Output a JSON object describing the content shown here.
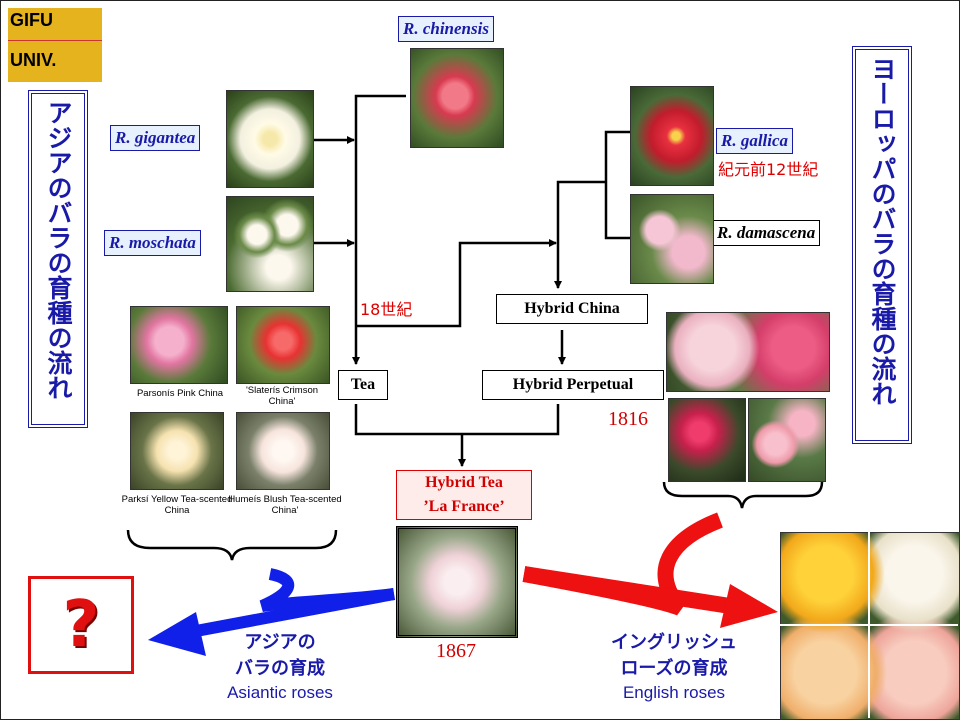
{
  "logo": {
    "line1": "GIFU",
    "line2": "UNIV."
  },
  "left_title": "アジアのバラの育種の流れ",
  "right_title": "ヨーロッパのバラの育種の流れ",
  "species": {
    "chinensis": "R. chinensis",
    "gigantea": "R. gigantea",
    "moschata": "R. moschata",
    "gallica": "R. gallica",
    "damascena": "R. damascena"
  },
  "annotations": {
    "bc12": "紀元前12世紀",
    "c18": "18世紀",
    "year1816": "1816",
    "year1867": "1867"
  },
  "nodes": {
    "tea": "Tea",
    "hybrid_china": "Hybrid China",
    "hybrid_perpetual": "Hybrid Perpetual",
    "hybrid_tea_line1": "Hybrid Tea",
    "hybrid_tea_line2": "’La France’"
  },
  "china_roses": [
    "Parsonís Pink China",
    "'Slaterís Crimson China'",
    "Parksí Yellow Tea-scented China",
    "Humeís Blush Tea-scented China'"
  ],
  "question_mark": "?",
  "bottom": {
    "asian_jp_1": "アジアの",
    "asian_jp_2": "バラの育成",
    "asian_en": "Asiantic roses",
    "english_jp_1": "イングリッシュ",
    "english_jp_2": "ローズの育成",
    "english_en": "English roses"
  },
  "colors": {
    "blue_arrow": "#1020e8",
    "red_arrow": "#ee1111",
    "title_blue": "#1a1aa8",
    "logo_gold": "#e4b31e"
  }
}
